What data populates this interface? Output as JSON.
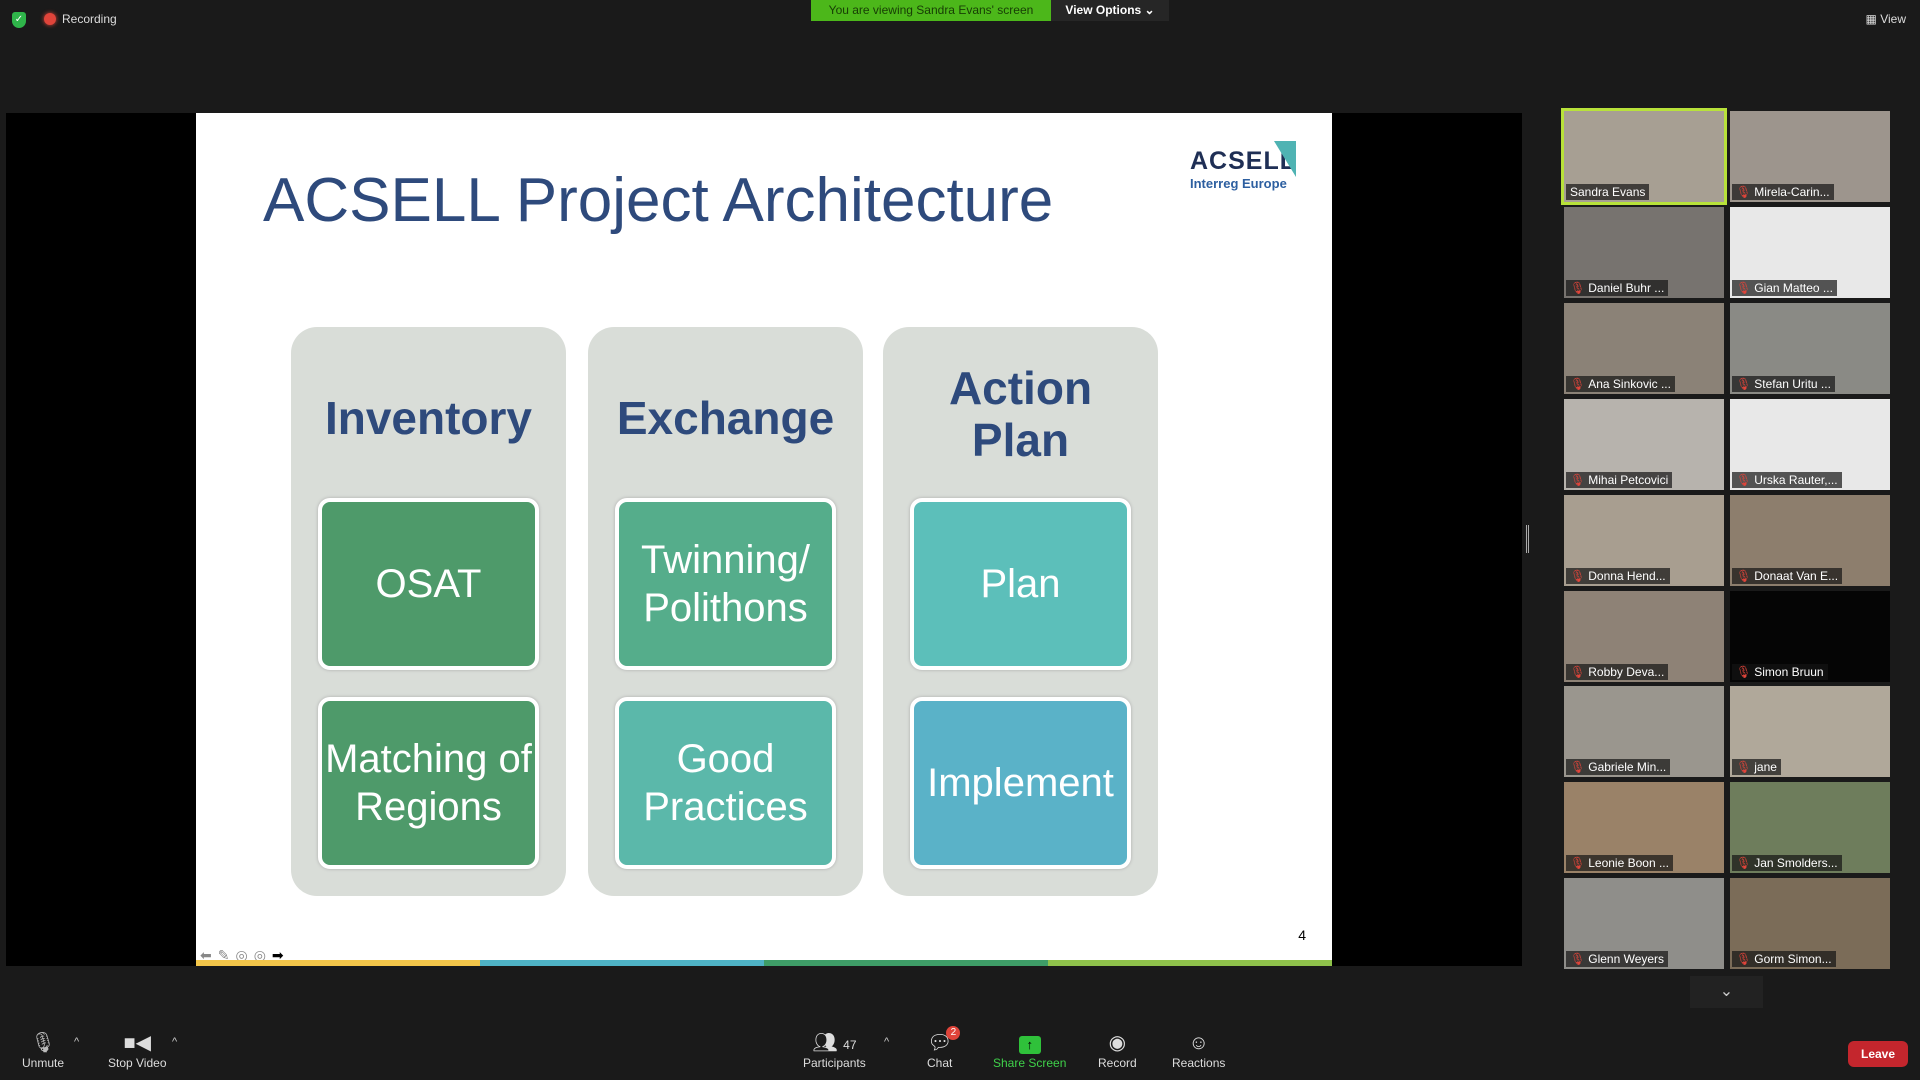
{
  "topbar": {
    "recording": "Recording",
    "banner": "You are viewing Sandra Evans' screen",
    "view_options": "View Options ⌄",
    "view": "View"
  },
  "slide": {
    "title": "ACSELL Project Architecture",
    "logo_main": "ACSELL",
    "logo_sub": "Interreg Europe",
    "page": "4",
    "columns": [
      {
        "heading": "Inventory",
        "boxes": [
          "OSAT",
          "Matching of Regions"
        ],
        "colors": [
          "#4e9a6a",
          "#4e9a6a"
        ]
      },
      {
        "heading": "Exchange",
        "boxes": [
          "Twinning/ Polithons",
          "Good Practices"
        ],
        "colors": [
          "#55ad8b",
          "#5bb8aa"
        ]
      },
      {
        "heading": "Action Plan",
        "boxes": [
          "Plan",
          "Implement"
        ],
        "colors": [
          "#5cbfba",
          "#5ab2c8"
        ]
      }
    ],
    "strip_colors": [
      "#f3c64a",
      "#4fb3c6",
      "#3e9d67",
      "#8fc24b"
    ]
  },
  "participants": [
    {
      "name": "Sandra Evans",
      "muted": false,
      "active": true,
      "bg": "#a79f93"
    },
    {
      "name": "Mirela-Carin...",
      "muted": true,
      "bg": "#9d958d"
    },
    {
      "name": "Daniel Buhr ...",
      "muted": true,
      "bg": "#77736f"
    },
    {
      "name": "Gian Matteo ...",
      "muted": true,
      "bg": "#e8e8e8"
    },
    {
      "name": "Ana Sinkovic ...",
      "muted": true,
      "bg": "#8b8277"
    },
    {
      "name": "Stefan Uritu  ...",
      "muted": true,
      "bg": "#8a8a85"
    },
    {
      "name": "Mihai Petcovici",
      "muted": true,
      "bg": "#b7b3ad"
    },
    {
      "name": "Urska Rauter,...",
      "muted": true,
      "bg": "#e8e8e8"
    },
    {
      "name": "Donna Hend...",
      "muted": true,
      "bg": "#a89e90"
    },
    {
      "name": "Donaat Van E...",
      "muted": true,
      "bg": "#8d7e6d"
    },
    {
      "name": "Robby Deva...",
      "muted": true,
      "bg": "#8e8276"
    },
    {
      "name": "Simon Bruun",
      "muted": true,
      "bg": "#050505"
    },
    {
      "name": "Gabriele Min...",
      "muted": true,
      "bg": "#9a968e"
    },
    {
      "name": "jane",
      "muted": true,
      "bg": "#b0a89a"
    },
    {
      "name": "Leonie Boon ...",
      "muted": true,
      "bg": "#9a8268"
    },
    {
      "name": "Jan Smolders...",
      "muted": true,
      "bg": "#6e7d5c"
    },
    {
      "name": "Glenn Weyers",
      "muted": true,
      "bg": "#8f8e8a"
    },
    {
      "name": "Gorm Simon...",
      "muted": true,
      "bg": "#7b6c58"
    }
  ],
  "toolbar": {
    "unmute": "Unmute",
    "stop_video": "Stop Video",
    "participants": "Participants",
    "participant_count": "47",
    "chat": "Chat",
    "chat_badge": "2",
    "share": "Share Screen",
    "record": "Record",
    "reactions": "Reactions",
    "leave": "Leave"
  }
}
